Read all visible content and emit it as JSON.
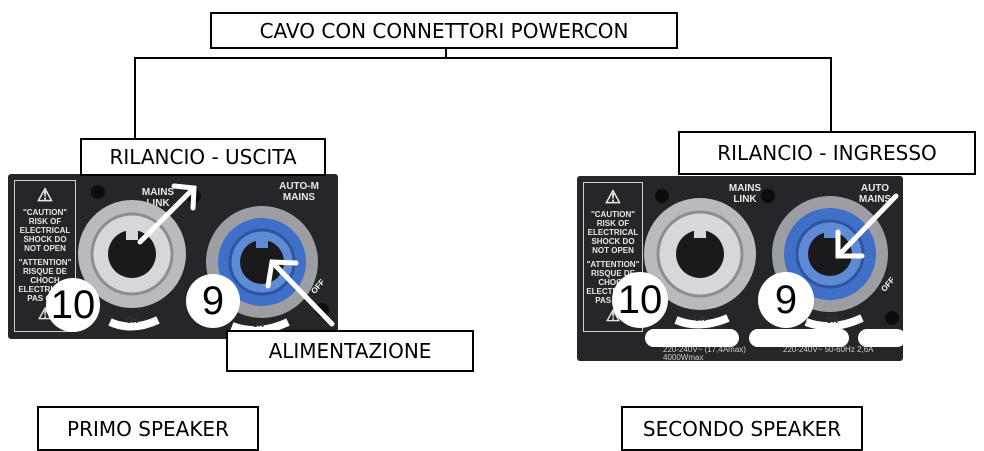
{
  "title": "CAVO CON CONNETTORI POWERCON",
  "labels": {
    "link_out": "RILANCIO - USCITA",
    "link_in": "RILANCIO - INGRESSO",
    "power": "ALIMENTAZIONE",
    "speaker1": "PRIMO SPEAKER",
    "speaker2": "SECONDO SPEAKER"
  },
  "panel_left": {
    "mains_link": "MAINS LINK",
    "auto_mains": "AUTO-M MAINS",
    "caution": "\"CAUTION\" RISK OF ELECTRICAL SHOCK DO NOT OPEN",
    "attention": "\"ATTENTION\" RISQUE DE CHOCH ELECTRIC NE PAS OUV",
    "num_link": "10",
    "num_mains": "9",
    "on": "ON",
    "off": "OFF"
  },
  "panel_right": {
    "mains_link": "MAINS LINK",
    "auto_mains": "AUTO MAINS",
    "caution": "\"CAUTION\" RISK OF ELECTRICAL SHOCK DO NOT OPEN",
    "attention": "\"ATTENTION\" RISQUE DE CHOCH ELECTRIC NE PAS OUV",
    "num_link": "10",
    "num_mains": "9",
    "on": "ON",
    "off": "OFF",
    "rating_link": "220-240V~ (17,4Amax) 4000Wmax",
    "rating_mains": "220-240V~ 50-60Hz 2,6A"
  },
  "colors": {
    "panel": "#26262a",
    "connector_grey": "#9d9ea3",
    "connector_blue": "#3f6fc6"
  }
}
